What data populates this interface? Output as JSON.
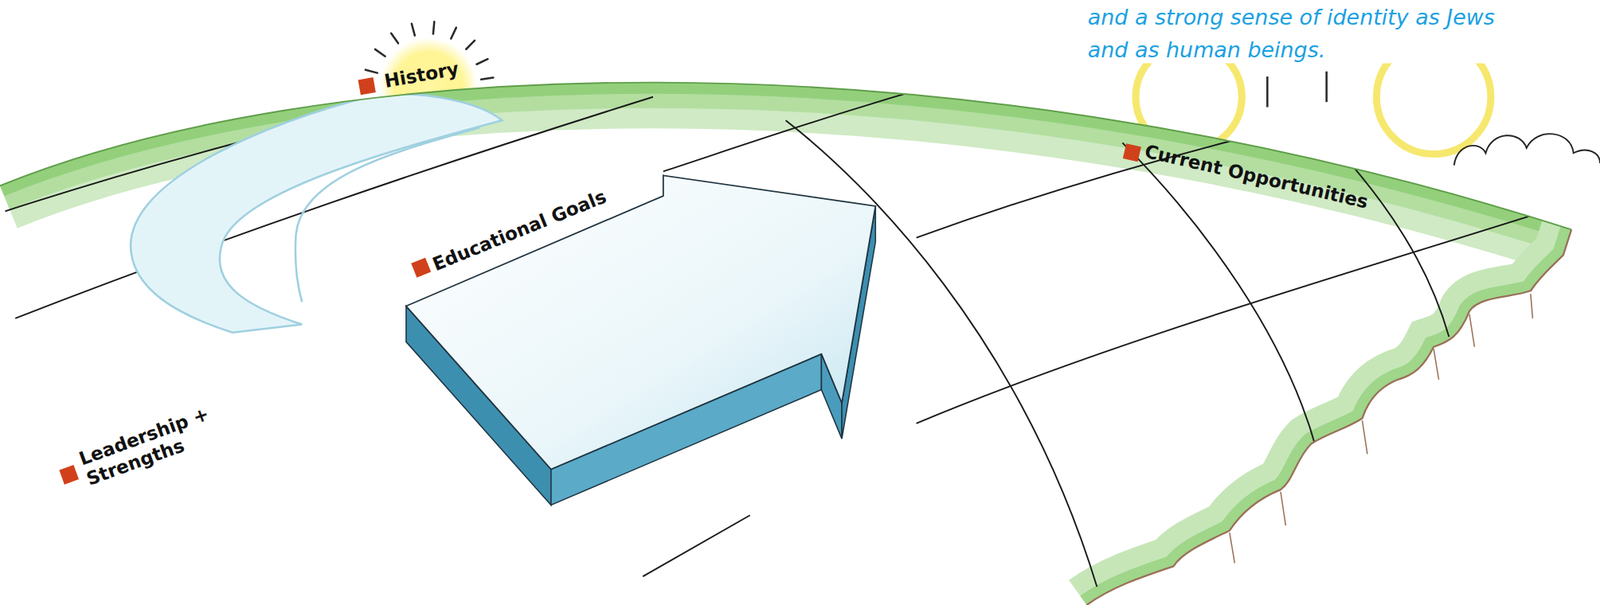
{
  "diagram": {
    "labels": [
      "and a strong sense of identity as Jews and as human beings.",
      "History",
      "Current Opportunities",
      "Educational Goals",
      "Leadership + Strengths"
    ]
  }
}
